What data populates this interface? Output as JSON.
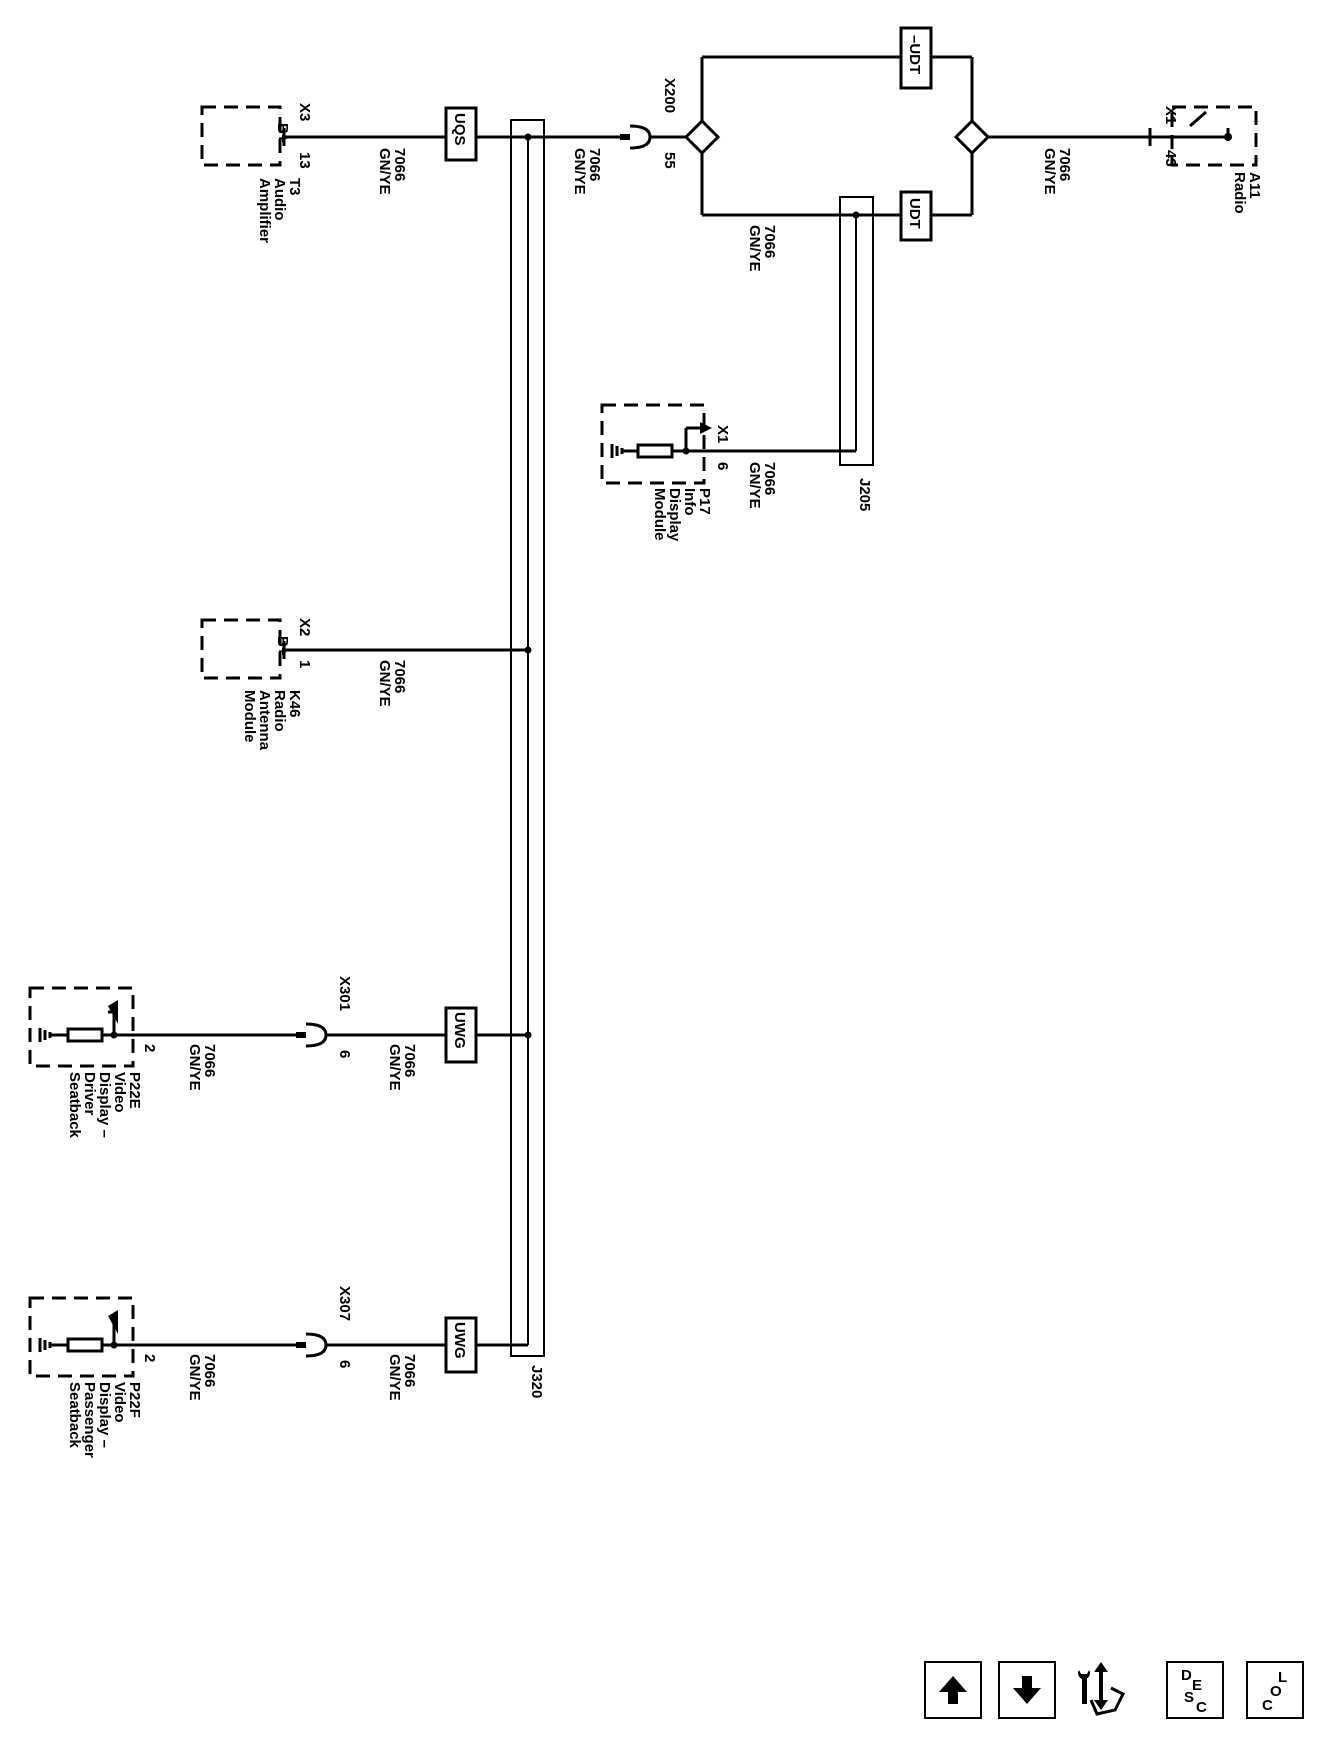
{
  "components": {
    "audio_amplifier": {
      "ref": "T3",
      "lines": [
        "Audio",
        "Amplifier"
      ],
      "connector": "X3",
      "pin": "13",
      "pin_label": "B+"
    },
    "radio_antenna_module": {
      "ref": "K46",
      "lines": [
        "Radio",
        "Antenna",
        "Module"
      ],
      "connector": "X2",
      "pin": "1",
      "pin_label": "B+"
    },
    "info_display_module": {
      "ref": "P17",
      "lines": [
        "Info",
        "Display",
        "Module"
      ],
      "connector": "X1",
      "pin": "6"
    },
    "radio": {
      "ref": "A11",
      "lines": [
        "Radio"
      ],
      "connector": "X1",
      "pin": "43"
    },
    "video_display_driver": {
      "ref": "P22E",
      "lines": [
        "Video",
        "Display –",
        "Driver",
        "Seatback"
      ],
      "pin": "2"
    },
    "video_display_passenger": {
      "ref": "P22F",
      "lines": [
        "Video",
        "Display –",
        "Passenger",
        "Seatback"
      ],
      "pin": "2"
    }
  },
  "wire": {
    "circuit": "7066",
    "color": "GN/YE"
  },
  "inline_connectors": {
    "x200": {
      "name": "X200",
      "pin": "55"
    },
    "x301": {
      "name": "X301",
      "pin": "6"
    },
    "x307": {
      "name": "X307",
      "pin": "6"
    }
  },
  "splices": {
    "j205": "J205",
    "j320": "J320"
  },
  "options": {
    "uqs": "UQS",
    "udt": "UDT",
    "not_udt": "–UDT",
    "uwg_1": "UWG",
    "uwg_2": "UWG"
  },
  "nav": {
    "up_arrow": "↑",
    "down_arrow": "↓",
    "desc_letters": [
      "D",
      "E",
      "S",
      "C"
    ],
    "loc_letters": [
      "L",
      "O",
      "C"
    ]
  }
}
